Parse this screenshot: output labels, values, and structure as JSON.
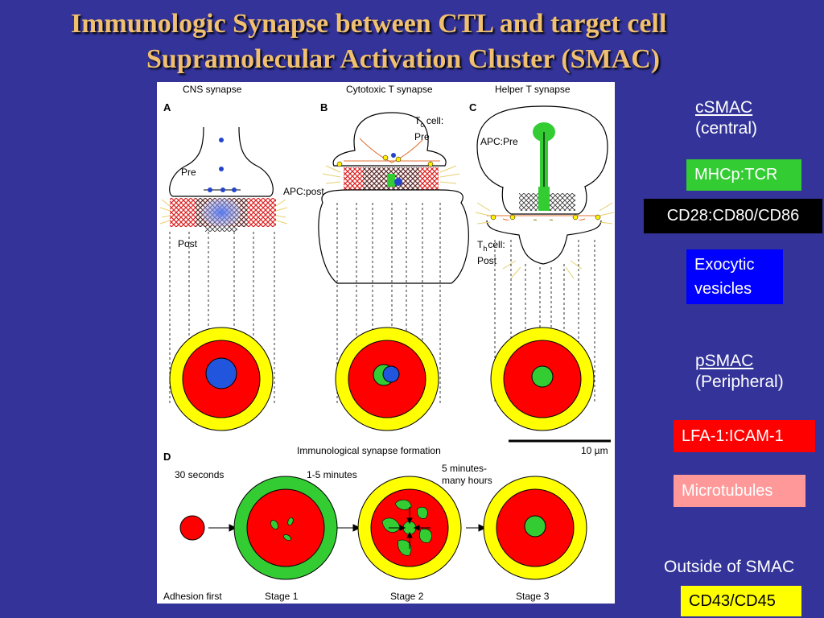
{
  "title": {
    "line1": "Immunologic Synapse between CTL and target cell",
    "line2": "Supramolecular Activation Cluster (SMAC)"
  },
  "figure": {
    "panel_a": {
      "letter": "A",
      "heading": "CNS synapse",
      "label_pre": "Pre",
      "label_post": "Post"
    },
    "panel_b": {
      "letter": "B",
      "heading": "Cytotoxic T synapse",
      "label_t": "T",
      "label_sub": "c",
      "label_cell": "cell:",
      "label_pre": "Pre",
      "label_apc": "APC:post"
    },
    "panel_c": {
      "letter": "C",
      "heading": "Helper T synapse",
      "label_apc": "APC:Pre",
      "label_t": "T",
      "label_sub": "h",
      "label_cell": "cell:",
      "label_post": "Post"
    },
    "scale_label": "10 µm",
    "panel_d": {
      "letter": "D",
      "heading": "Immunological synapse formation",
      "time1": "30 seconds",
      "time2": "1-5 minutes",
      "time3a": "5 minutes-",
      "time3b": "many hours",
      "stage0": "Adhesion first",
      "stage1": "Stage 1",
      "stage2": "Stage 2",
      "stage3": "Stage 3"
    }
  },
  "legend": {
    "csmac_term": "cSMAC",
    "csmac_desc": "(central)",
    "mhcp": "MHCp:TCR",
    "cd28": "CD28:CD80/CD86",
    "exocytic_1": "Exocytic",
    "exocytic_2": "vesicles",
    "psmac_term": "pSMAC",
    "psmac_desc": "(Peripheral)",
    "lfa": "LFA-1:ICAM-1",
    "microtubules": "Microtubules",
    "outside": "Outside of SMAC",
    "cd43": "CD43/CD45"
  },
  "colors": {
    "background": "#333399",
    "title": "#f0c070",
    "csmac_green": "#33cc33",
    "cd28_black": "#000000",
    "exocytic_blue": "#0000ff",
    "lfa_red": "#ff0000",
    "microtubules_pink": "#ff9999",
    "cd43_yellow": "#ffff00"
  }
}
